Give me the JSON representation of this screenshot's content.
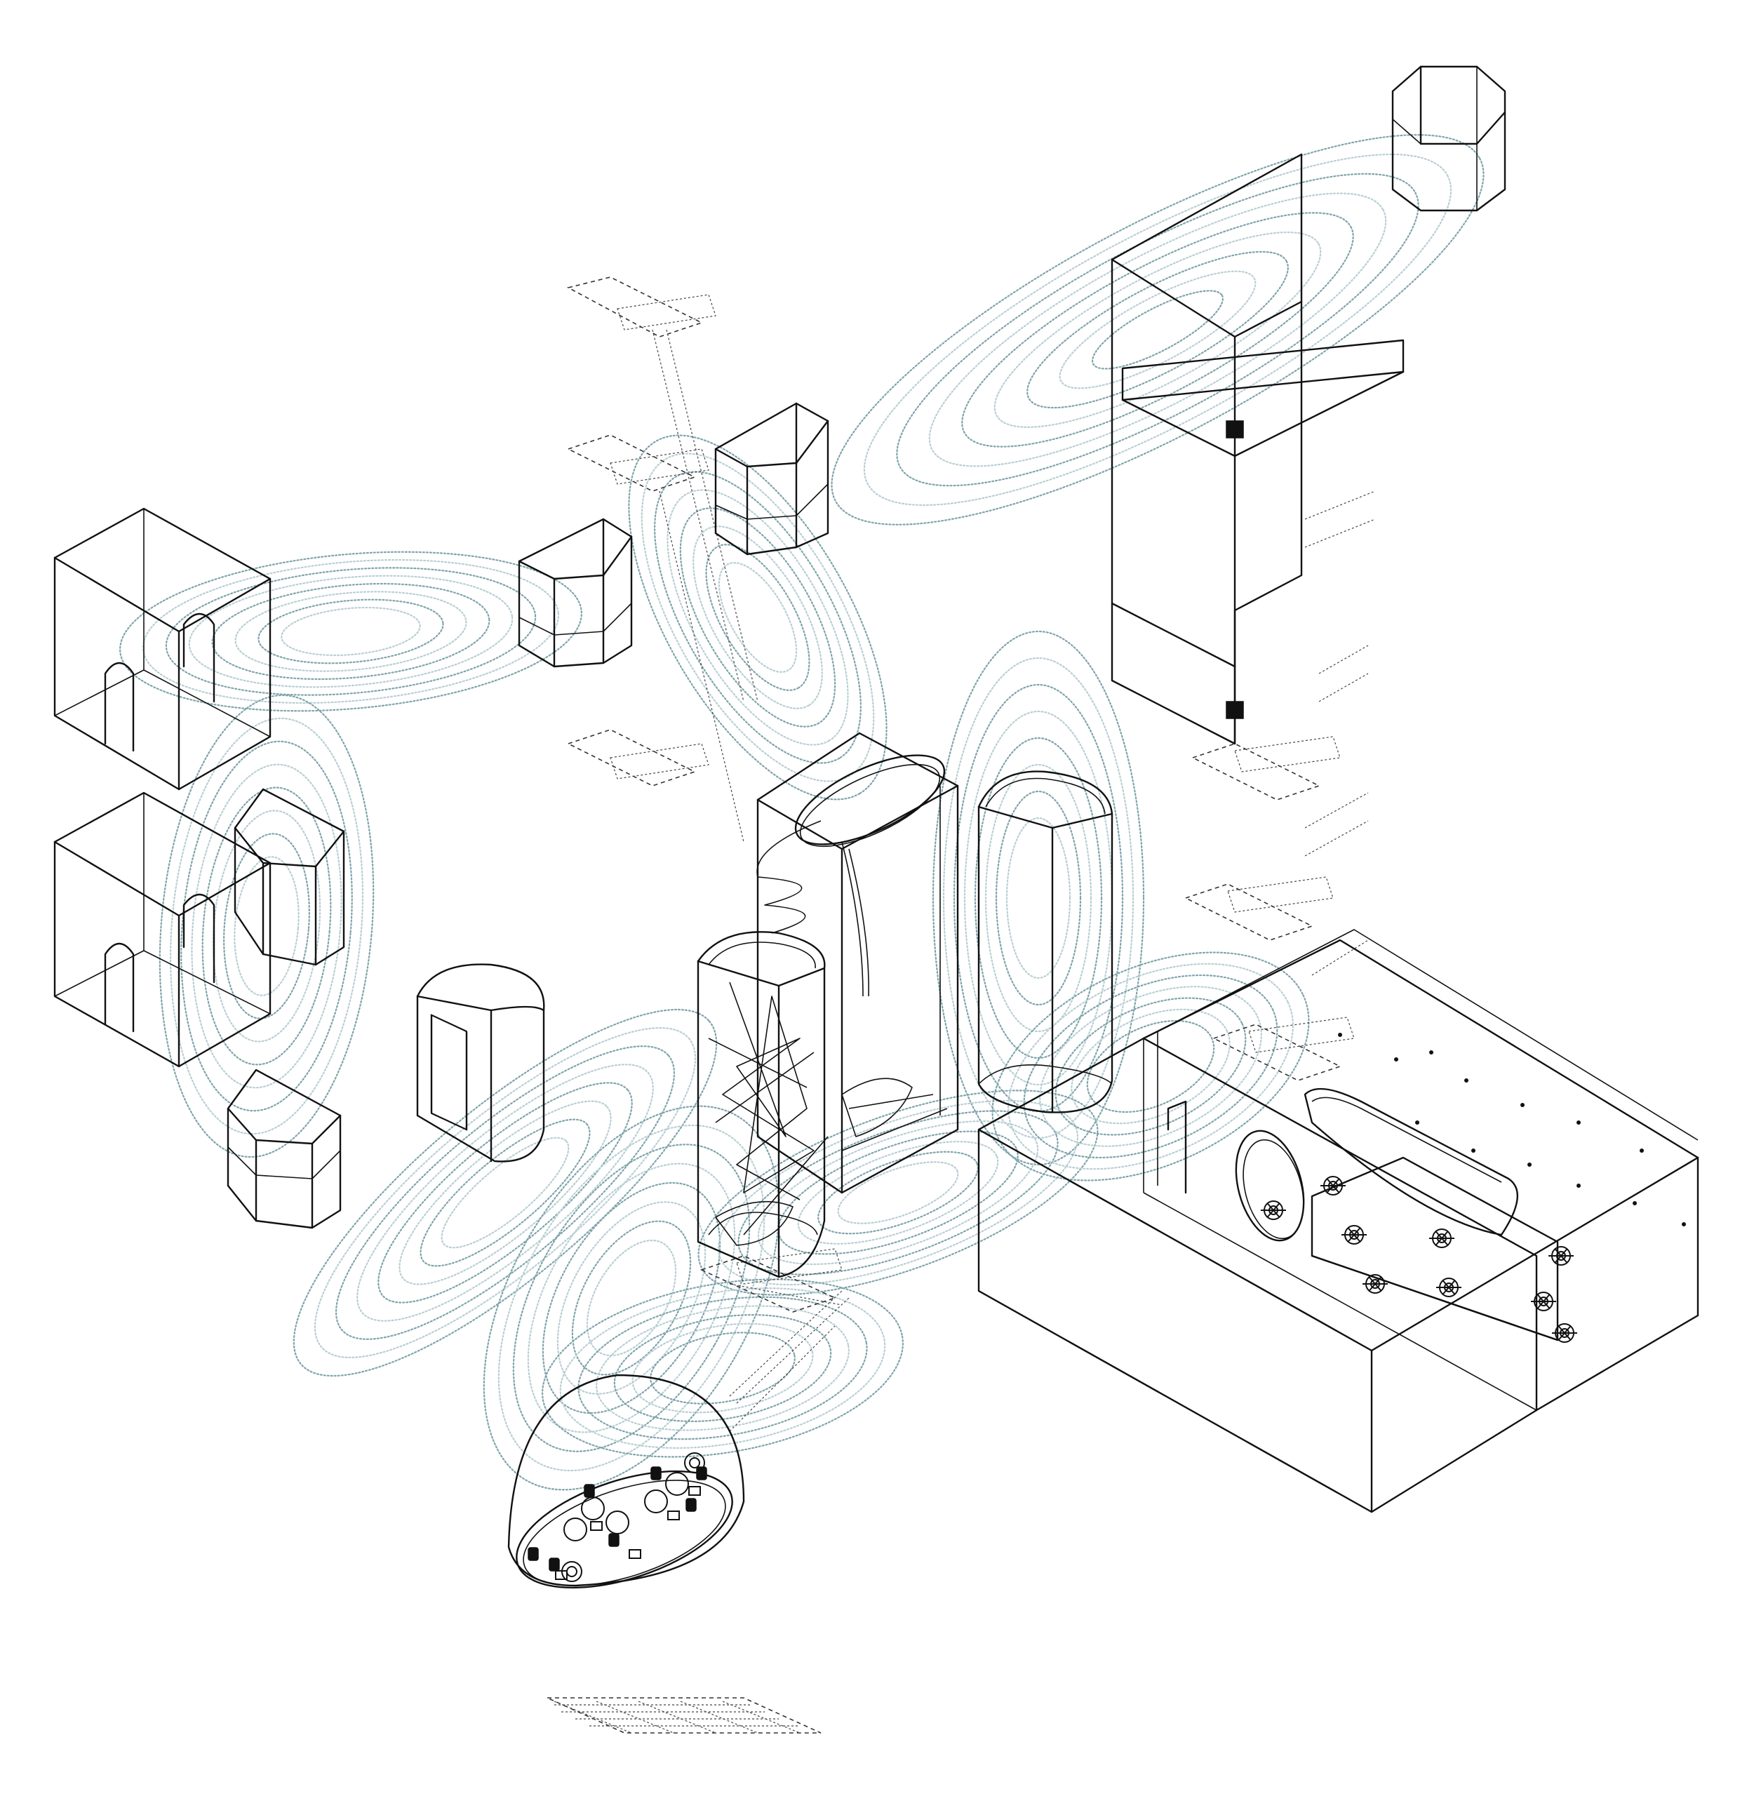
{
  "diagram": {
    "type": "axonometric-wireframe",
    "labels": [],
    "colors": {
      "line": "#111111",
      "contour_dark": "#7fa4ab",
      "contour_light": "#b9cfd3",
      "dashed": "#333333",
      "background": "#ffffff"
    },
    "object_names": [
      "tall-hexagonal-prism-top-right",
      "tall-slab-tower",
      "hexagonal-prism-upper-middle",
      "hexagonal-prism-middle",
      "arched-room-upper-left",
      "arched-room-lower-left",
      "hexagonal-prism-left",
      "hexagonal-prism-lower-left",
      "rounded-cylinder-left",
      "central-twin-towers",
      "rounded-cylinder-right",
      "large-box-lower-right",
      "dome-with-fixtures",
      "stair-stacks",
      "floor-plate-bottom"
    ]
  }
}
